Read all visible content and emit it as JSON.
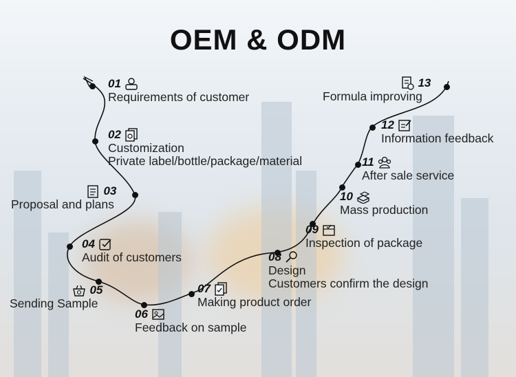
{
  "title": "OEM & ODM",
  "steps": [
    {
      "num": "01",
      "icon": "customer-icon",
      "lines": [
        "Requirements of customer"
      ]
    },
    {
      "num": "02",
      "icon": "documents-icon",
      "lines": [
        "Customization",
        "Private label/bottle/package/material"
      ]
    },
    {
      "num": "03",
      "icon": "clipboard-icon",
      "lines": [
        "Proposal and plans"
      ]
    },
    {
      "num": "04",
      "icon": "checkmark-icon",
      "lines": [
        "Audit of customers"
      ]
    },
    {
      "num": "05",
      "icon": "basket-icon",
      "lines": [
        "Sending Sample"
      ]
    },
    {
      "num": "06",
      "icon": "image-icon",
      "lines": [
        "Feedback on sample"
      ]
    },
    {
      "num": "07",
      "icon": "order-icon",
      "lines": [
        "Making product order"
      ]
    },
    {
      "num": "08",
      "icon": "magnifier-icon",
      "lines": [
        "Design",
        "Customers confirm the design"
      ]
    },
    {
      "num": "09",
      "icon": "package-icon",
      "lines": [
        "Inspection of package"
      ]
    },
    {
      "num": "10",
      "icon": "boxes-icon",
      "lines": [
        "Mass production"
      ]
    },
    {
      "num": "11",
      "icon": "team-icon",
      "lines": [
        "After sale service"
      ]
    },
    {
      "num": "12",
      "icon": "edit-icon",
      "lines": [
        "Information feedback"
      ]
    },
    {
      "num": "13",
      "icon": "formula-icon",
      "lines": [
        "Formula improving"
      ]
    }
  ]
}
